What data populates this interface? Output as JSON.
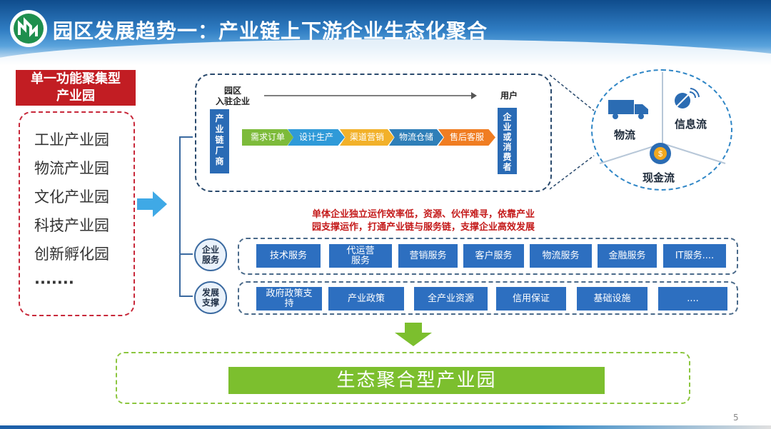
{
  "title": "园区发展趋势一：产业链上下游企业生态化聚合",
  "left": {
    "header": "单一功能聚集型\n产业园",
    "items": [
      "工业产业园",
      "物流产业园",
      "文化产业园",
      "科技产业园",
      "创新孵化园",
      "·······"
    ]
  },
  "chain": {
    "park_label": "园区\n入驻企业",
    "user_label": "用户",
    "chain_vertical": "产\n业\n链\n厂\n商",
    "consumer_vertical": "企\n业\n或\n消\n费\n者",
    "steps": [
      "需求订单",
      "设计生产",
      "渠道营销",
      "物流仓储",
      "售后客服"
    ],
    "step_colors": [
      "#7dbb3a",
      "#2f9ad8",
      "#f2b12a",
      "#2f7fb8",
      "#f07d22"
    ]
  },
  "flows": {
    "logistics": "物流",
    "information": "信息流",
    "cash": "现金流"
  },
  "message": {
    "line1": "单体企业独立运作效率低，资源、伙伴难寻，依靠产业",
    "line2": "园支撑运作，打通产业链与服务链，支撑企业高效发展"
  },
  "services": {
    "label": "企业\n服务",
    "items": [
      "技术服务",
      "代运营\n服务",
      "营销服务",
      "客户服务",
      "物流服务",
      "金融服务",
      "IT服务...."
    ]
  },
  "support": {
    "label": "发展\n支撑",
    "items": [
      "政府政策支\n持",
      "产业政策",
      "全产业资源",
      "信用保证",
      "基础设施",
      "...."
    ]
  },
  "result": "生态聚合型产业园",
  "page_number": "5"
}
